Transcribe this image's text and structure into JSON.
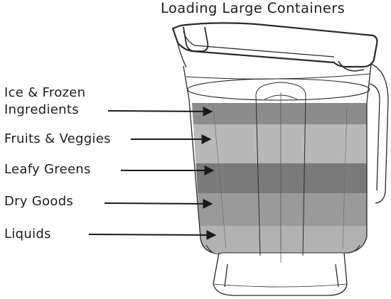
{
  "title": "Loading Large Containers",
  "layers": [
    {
      "label_lines": [
        "Ice & Frozen",
        "Ingredients"
      ],
      "fill": "#8c8c8c"
    },
    {
      "label_lines": [
        "Fruits & Veggies"
      ],
      "fill": "#b8b8b8"
    },
    {
      "label_lines": [
        "Leafy Greens"
      ],
      "fill": "#7a7a7a"
    },
    {
      "label_lines": [
        "Dry Goods"
      ],
      "fill": "#9a9a9a"
    },
    {
      "label_lines": [
        "Liquids"
      ],
      "fill": "#b2b2b2"
    }
  ],
  "colors": {
    "ink": "#1e1e1e",
    "outline": "#2a2a2a",
    "arrow": "#1a1a1a"
  }
}
